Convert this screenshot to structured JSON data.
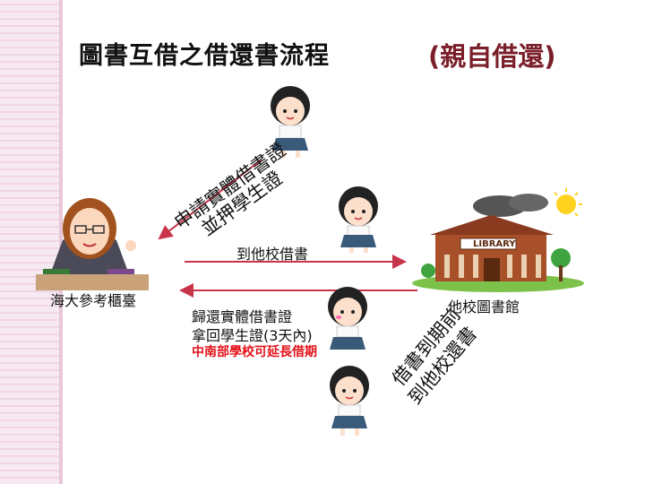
{
  "title": "圖書互借之借還書流程",
  "subtitle": "(親自借還)",
  "labels": {
    "counter": "海大參考櫃臺",
    "library": "他校圖書館",
    "go_borrow": "到他校借書",
    "return_line1": "歸還實體借書證",
    "return_line2": "拿回學生證(3天內)",
    "note_red": "中南部學校可延長借期",
    "apply_line1": "申請實體借書證",
    "apply_line2": "並押學生證",
    "due_line1": "借書到期前",
    "due_line2": "到他校還書",
    "library_sign": "LIBRARY"
  },
  "colors": {
    "arrow": "#c8344a",
    "note": "#e3121b",
    "subtitle": "#7a1f2a"
  }
}
